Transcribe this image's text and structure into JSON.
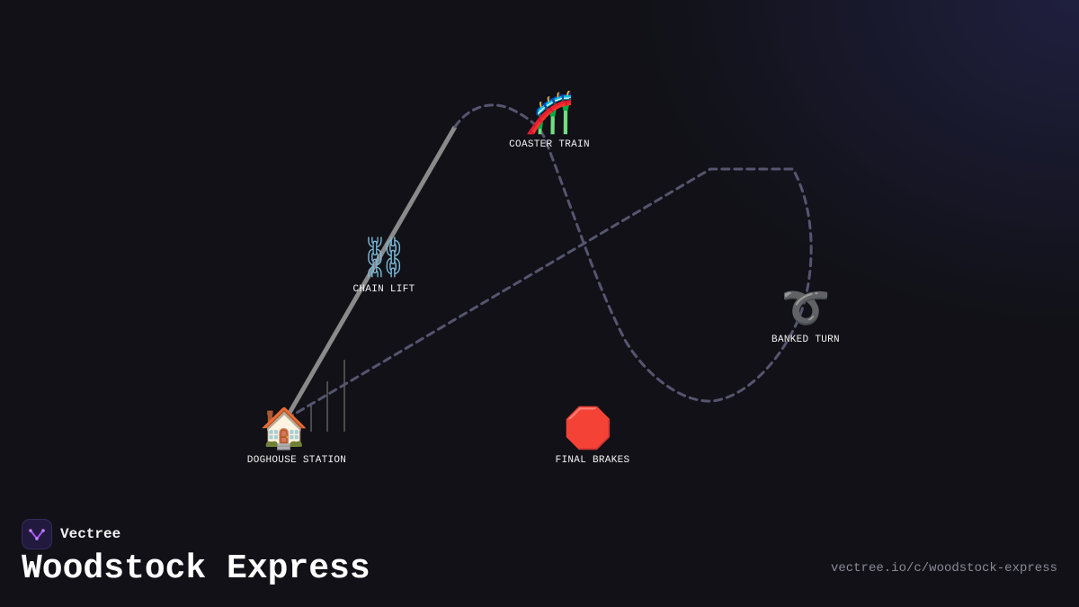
{
  "diagram": {
    "nodes": [
      {
        "id": "doghouse-station",
        "label": "DOGHOUSE STATION",
        "icon": "house-icon",
        "glyph": "🏠"
      },
      {
        "id": "chain-lift",
        "label": "CHAIN LIFT",
        "icon": "chain-icon",
        "glyph": "⛓"
      },
      {
        "id": "coaster-train",
        "label": "COASTER TRAIN",
        "icon": "roller-coaster-icon",
        "glyph": "🎢"
      },
      {
        "id": "banked-turn",
        "label": "BANKED TURN",
        "icon": "curly-loop-icon",
        "glyph": "➰"
      },
      {
        "id": "final-brakes",
        "label": "FINAL BRAKES",
        "icon": "stop-sign-icon",
        "glyph": "🛑"
      }
    ],
    "track": {
      "lift_color": "#8a8a8a",
      "dashed_color": "#555570"
    }
  },
  "brand": {
    "name": "Vectree",
    "logo_icon": "vectree-logo-icon",
    "accent": "#a855f7"
  },
  "title": "Woodstock Express",
  "url": "vectree.io/c/woodstock-express"
}
